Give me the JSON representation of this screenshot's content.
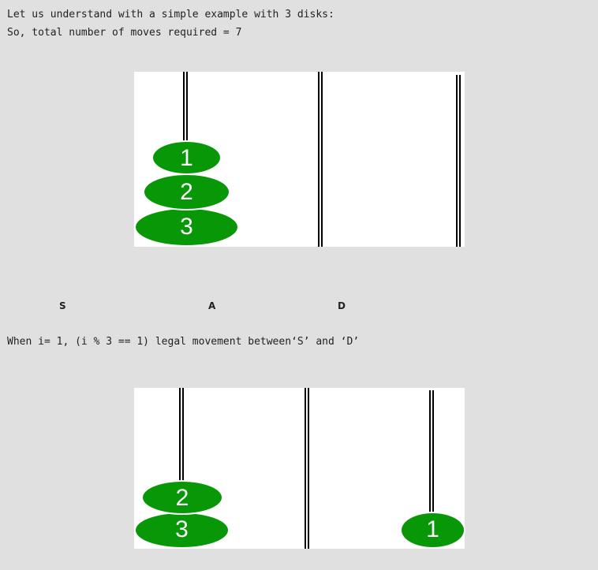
{
  "intro": {
    "line1": "Let us understand with a simple example with 3 disks:",
    "line2": "So, total number of moves required = 7"
  },
  "diagram1": {
    "disks": [
      "1",
      "2",
      "3"
    ]
  },
  "pegs": {
    "source": "S",
    "auxiliary": "A",
    "destination": "D"
  },
  "step1": {
    "text": "When i= 1, (i % 3 == 1) legal movement between‘S’ and ‘D’"
  },
  "diagram2": {
    "source_disks": [
      "2",
      "3"
    ],
    "destination_disks": [
      "1"
    ]
  },
  "colors": {
    "disk": "#079707",
    "background": "#e0e0e0"
  }
}
